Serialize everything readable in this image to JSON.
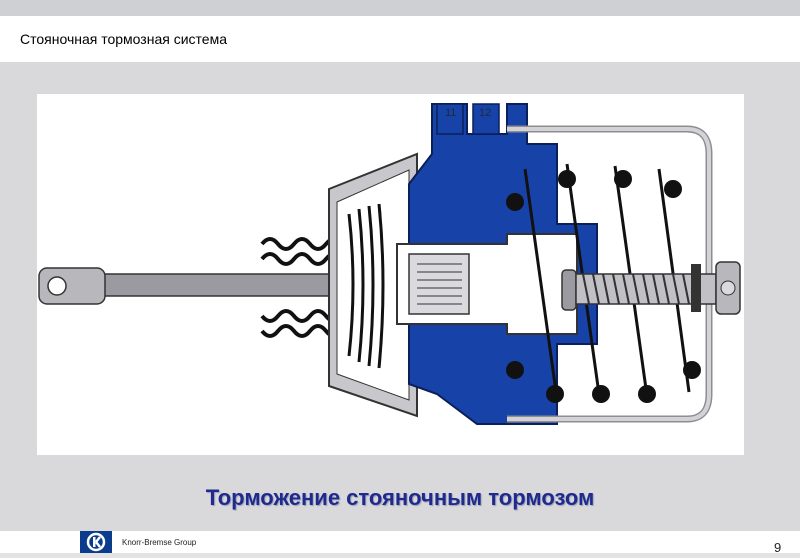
{
  "header": {
    "title": "Стояночная тормозная система"
  },
  "diagram": {
    "port_labels": [
      "11",
      "12"
    ]
  },
  "caption": "Торможение стояночным тормозом",
  "footer": {
    "brand": "Knorr-Bremse Group",
    "page_number": "9"
  },
  "colors": {
    "chamber": "#1743a8",
    "housing": "#c8c8cc",
    "caption": "#1f2a8c"
  }
}
